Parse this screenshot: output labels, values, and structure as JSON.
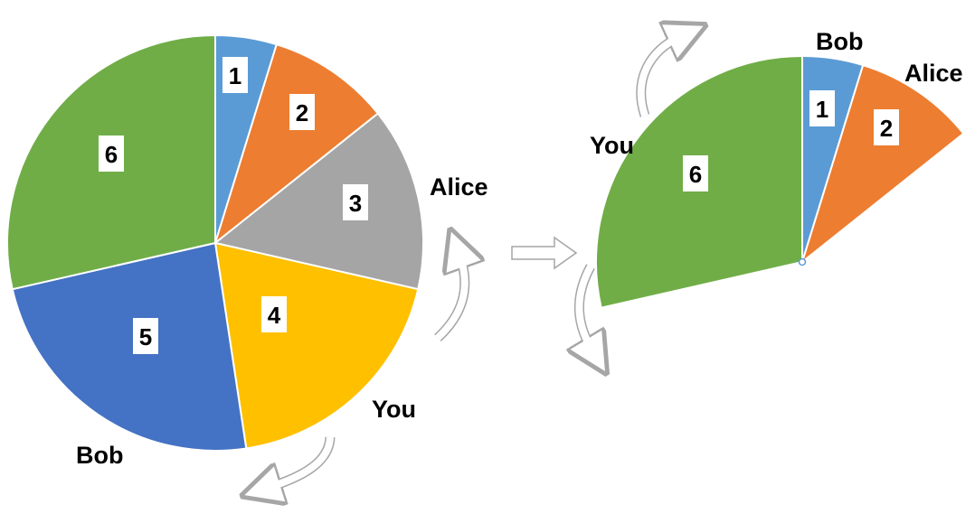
{
  "left_pie": {
    "slices": [
      {
        "number": "1",
        "value": 1,
        "color": "#5b9bd5"
      },
      {
        "number": "2",
        "value": 2,
        "color": "#ed7d31"
      },
      {
        "number": "3",
        "value": 3,
        "color": "#a5a5a5"
      },
      {
        "number": "4",
        "value": 4,
        "color": "#ffc000"
      },
      {
        "number": "5",
        "value": 5,
        "color": "#4472c4"
      },
      {
        "number": "6",
        "value": 6,
        "color": "#70ad47"
      }
    ],
    "labels": {
      "alice": "Alice",
      "you": "You",
      "bob": "Bob"
    }
  },
  "right_pie": {
    "slices": [
      {
        "number": "1",
        "value": 1,
        "color": "#5b9bd5"
      },
      {
        "number": "2",
        "value": 2,
        "color": "#ed7d31"
      },
      {
        "number": "6",
        "value": 6,
        "color": "#70ad47"
      }
    ],
    "labels": {
      "bob": "Bob",
      "alice": "Alice",
      "you": "You"
    }
  },
  "arrow_colors": {
    "outline": "#a6a6a6",
    "fill": "#ffffff"
  }
}
